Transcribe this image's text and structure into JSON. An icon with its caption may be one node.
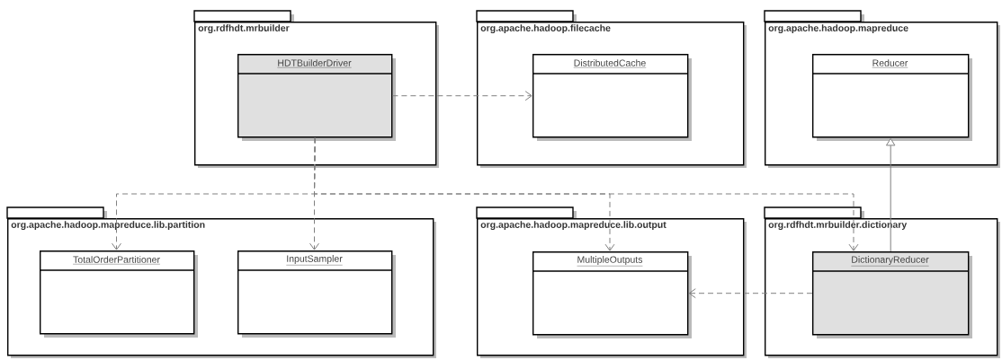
{
  "diagram": {
    "nodes": [
      {
        "text": [
          "org.rdfhdt.mrbuilder"
        ]
      },
      {
        "text": [
          "HDTBuilderDriver"
        ],
        "in": 0
      },
      {
        "text": [
          "org.apache.hadoop.filecache"
        ]
      },
      {
        "text": [
          "DistributedCache"
        ],
        "in": 2
      },
      {
        "text": [
          "org.apache.hadoop.mapreduce"
        ]
      },
      {
        "text": [
          "Reducer"
        ],
        "in": 4
      },
      {
        "text": [
          "org.apache.hadoop.mapreduce.lib.partition"
        ]
      },
      {
        "text": [
          "TotalOrderPartitioner"
        ],
        "in": 6
      },
      {
        "text": [
          "InputSampler"
        ],
        "in": 6
      },
      {
        "text": [
          "org.apache.hadoop.mapreduce.lib.output"
        ]
      },
      {
        "text": [
          "MultipleOutputs"
        ],
        "in": 9
      },
      {
        "text": [
          "org.rdfhdt.mrbuilder.dictionary"
        ]
      },
      {
        "text": [
          "DictionaryReducer"
        ],
        "in": 11
      }
    ],
    "edges": [
      {
        "from": 1,
        "to": 3,
        "arrow": "to",
        "style": "dashed"
      },
      {
        "from": 1,
        "to": 7,
        "arrow": "to",
        "style": "dashed"
      },
      {
        "from": 1,
        "to": 8,
        "arrow": "to",
        "style": "dashed"
      },
      {
        "from": 1,
        "to": 10,
        "arrow": "to",
        "style": "dashed"
      },
      {
        "from": 1,
        "to": 12,
        "arrow": "to",
        "style": "dashed"
      },
      {
        "from": 12,
        "to": 10,
        "arrow": "to",
        "style": "dashed"
      },
      {
        "from": 12,
        "to": 5,
        "arrow": "to"
      }
    ]
  }
}
